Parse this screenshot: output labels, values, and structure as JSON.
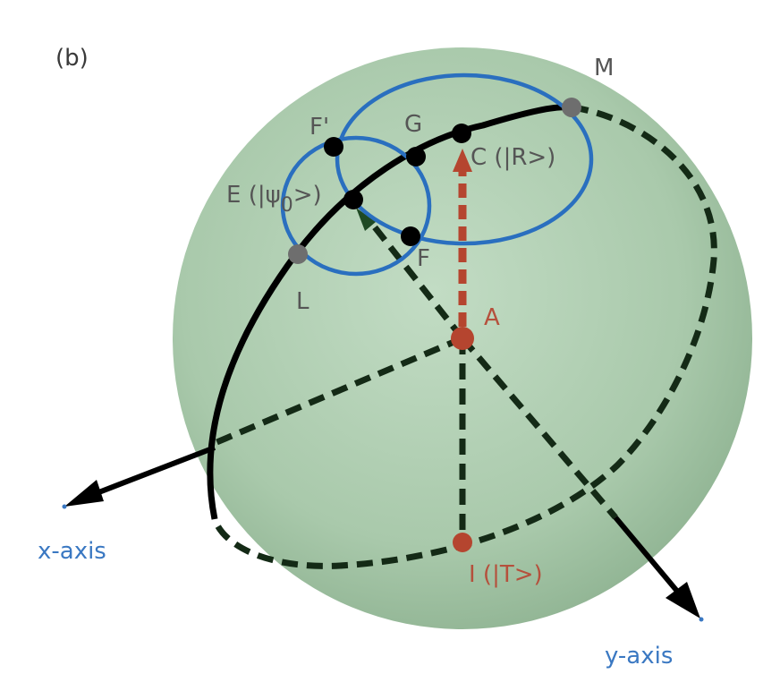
{
  "panel_label": "(b)",
  "colors": {
    "sphere": "#9cbf9e",
    "great_circle": "#000000",
    "dashed_line": "#142a16",
    "circles": "#2a6fbf",
    "red_vector": "#b5452f",
    "axis_label": "#3a78c2",
    "point_gray": "#6e6e6e",
    "point_black": "#000000"
  },
  "points": {
    "M": "M",
    "F_prime": "F'",
    "G": "G",
    "C": "C (|R>)",
    "E_main": "E (|ψ",
    "E_sub": "0",
    "E_tail": ">)",
    "F": "F",
    "L": "L",
    "A": "A",
    "I": "I (|T>)"
  },
  "axes": {
    "x": "x-axis",
    "y": "y-axis"
  }
}
